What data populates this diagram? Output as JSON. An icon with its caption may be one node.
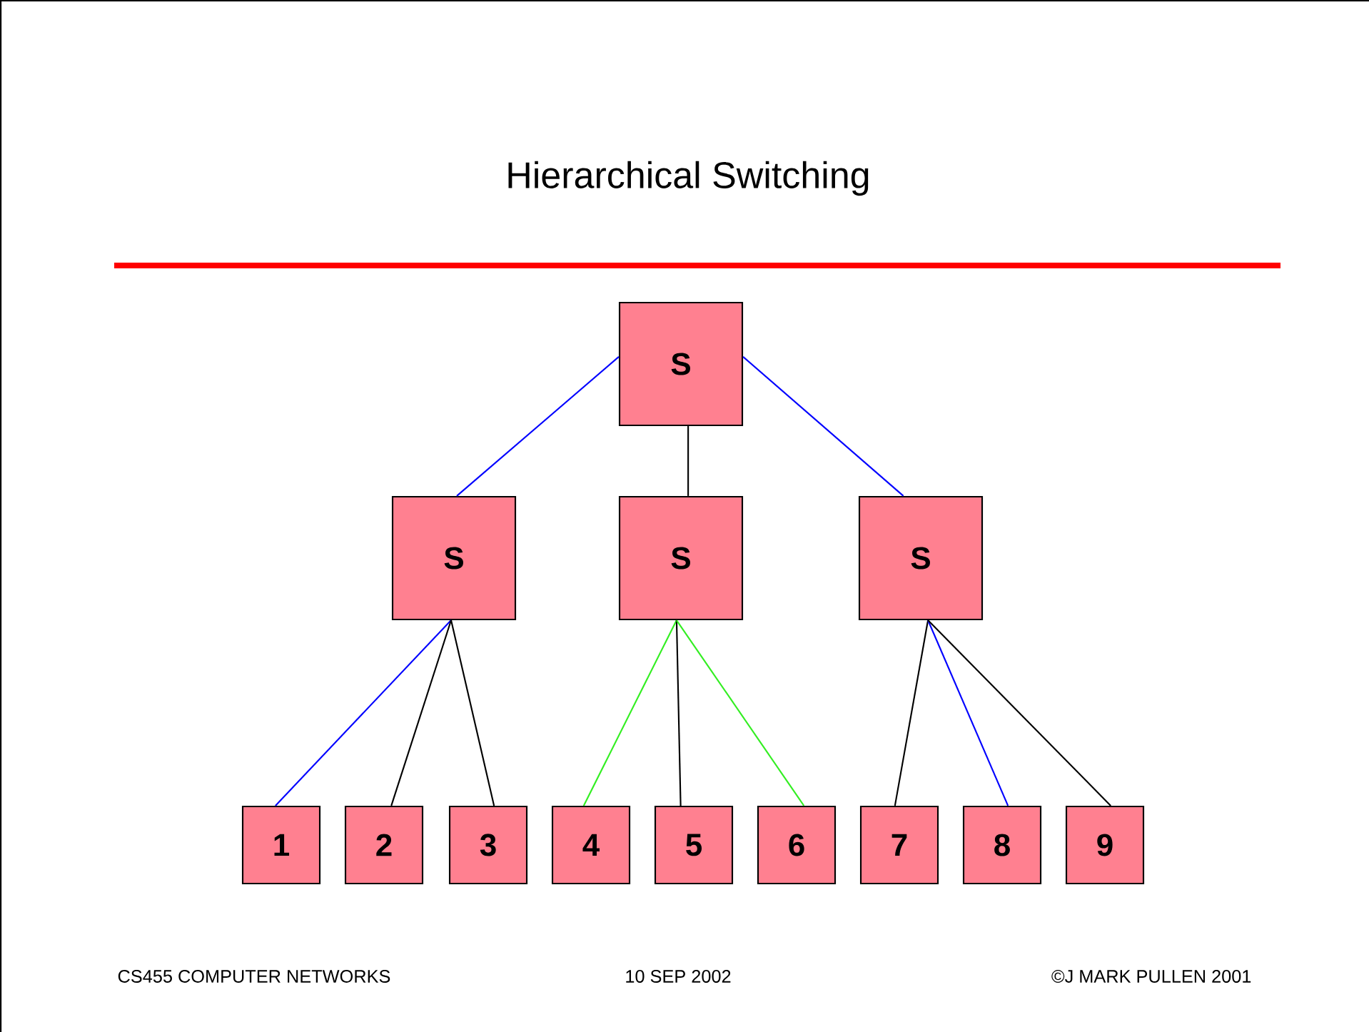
{
  "diagram": {
    "title": "Hierarchical Switching",
    "nodes": [
      {
        "text": [
          "S"
        ]
      },
      {
        "text": [
          "S"
        ]
      },
      {
        "text": [
          "S"
        ]
      },
      {
        "text": [
          "S"
        ]
      },
      {
        "text": [
          "1"
        ]
      },
      {
        "text": [
          "2"
        ]
      },
      {
        "text": [
          "3"
        ]
      },
      {
        "text": [
          "4"
        ]
      },
      {
        "text": [
          "5"
        ]
      },
      {
        "text": [
          "6"
        ]
      },
      {
        "text": [
          "7"
        ]
      },
      {
        "text": [
          "8"
        ]
      },
      {
        "text": [
          "9"
        ]
      }
    ],
    "edges": [
      {
        "from": 0,
        "to": 1,
        "arrow": "none",
        "color": "#0000ff"
      },
      {
        "from": 0,
        "to": 2,
        "arrow": "none"
      },
      {
        "from": 0,
        "to": 3,
        "arrow": "none",
        "color": "#0000ff"
      },
      {
        "from": 1,
        "to": 4,
        "arrow": "none",
        "color": "#0000ff"
      },
      {
        "from": 1,
        "to": 5,
        "arrow": "none"
      },
      {
        "from": 1,
        "to": 6,
        "arrow": "none"
      },
      {
        "from": 2,
        "to": 7,
        "arrow": "none",
        "color": "#33ee22"
      },
      {
        "from": 2,
        "to": 8,
        "arrow": "none"
      },
      {
        "from": 2,
        "to": 9,
        "arrow": "none",
        "color": "#33ee22"
      },
      {
        "from": 3,
        "to": 10,
        "arrow": "none"
      },
      {
        "from": 3,
        "to": 11,
        "arrow": "none",
        "color": "#0000ff"
      },
      {
        "from": 3,
        "to": 12,
        "arrow": "none"
      }
    ],
    "labels": [
      "CS455 COMPUTER NETWORKS",
      "10 SEP 2002",
      "©J MARK PULLEN 2001"
    ]
  }
}
